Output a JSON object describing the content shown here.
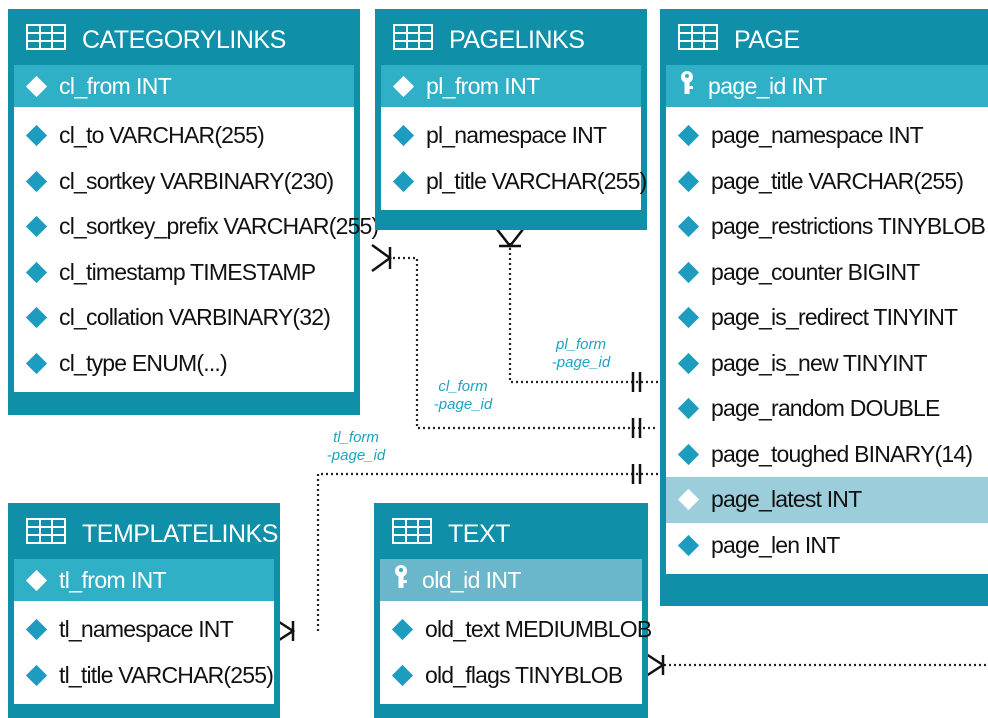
{
  "tables": {
    "categorylinks": {
      "title": "CATEGORYLINKS",
      "pk": "cl_from INT",
      "rows": [
        "cl_to VARCHAR(255)",
        "cl_sortkey VARBINARY(230)",
        "cl_sortkey_prefix VARCHAR(255)",
        "cl_timestamp TIMESTAMP",
        "cl_collation VARBINARY(32)",
        "cl_type ENUM(...)"
      ]
    },
    "pagelinks": {
      "title": "PAGELINKS",
      "pk": "pl_from INT",
      "rows": [
        "pl_namespace INT",
        "pl_title VARCHAR(255)"
      ]
    },
    "page": {
      "title": "PAGE",
      "pk": "page_id INT",
      "rows": [
        "page_namespace INT",
        "page_title VARCHAR(255)",
        "page_restrictions TINYBLOB",
        "page_counter BIGINT",
        "page_is_redirect TINYINT",
        "page_is_new TINYINT",
        "page_random DOUBLE",
        "page_toughed BINARY(14)",
        "page_latest INT",
        "page_len INT"
      ]
    },
    "templatelinks": {
      "title": "TEMPLATELINKS",
      "pk": "tl_from INT",
      "rows": [
        "tl_namespace INT",
        "tl_title VARCHAR(255)"
      ]
    },
    "text": {
      "title": "TEXT",
      "pk": "old_id INT",
      "rows": [
        "old_text MEDIUMBLOB",
        "old_flags TINYBLOB"
      ]
    }
  },
  "relations": {
    "pl": {
      "line1": "pl_form",
      "line2": "-page_id"
    },
    "cl": {
      "line1": "cl_form",
      "line2": "-page_id"
    },
    "tl": {
      "line1": "tl_form",
      "line2": "-page_id"
    }
  },
  "colors": {
    "table_frame": "#0f8fa8",
    "pk_row": "#2fb0c7",
    "diamond": "#1e9cc0",
    "highlight_row": "#9ccdda",
    "relation_label": "#1ea3c3"
  },
  "icons": {
    "table": "table-grid-icon",
    "key": "key-icon",
    "field": "diamond-icon"
  }
}
